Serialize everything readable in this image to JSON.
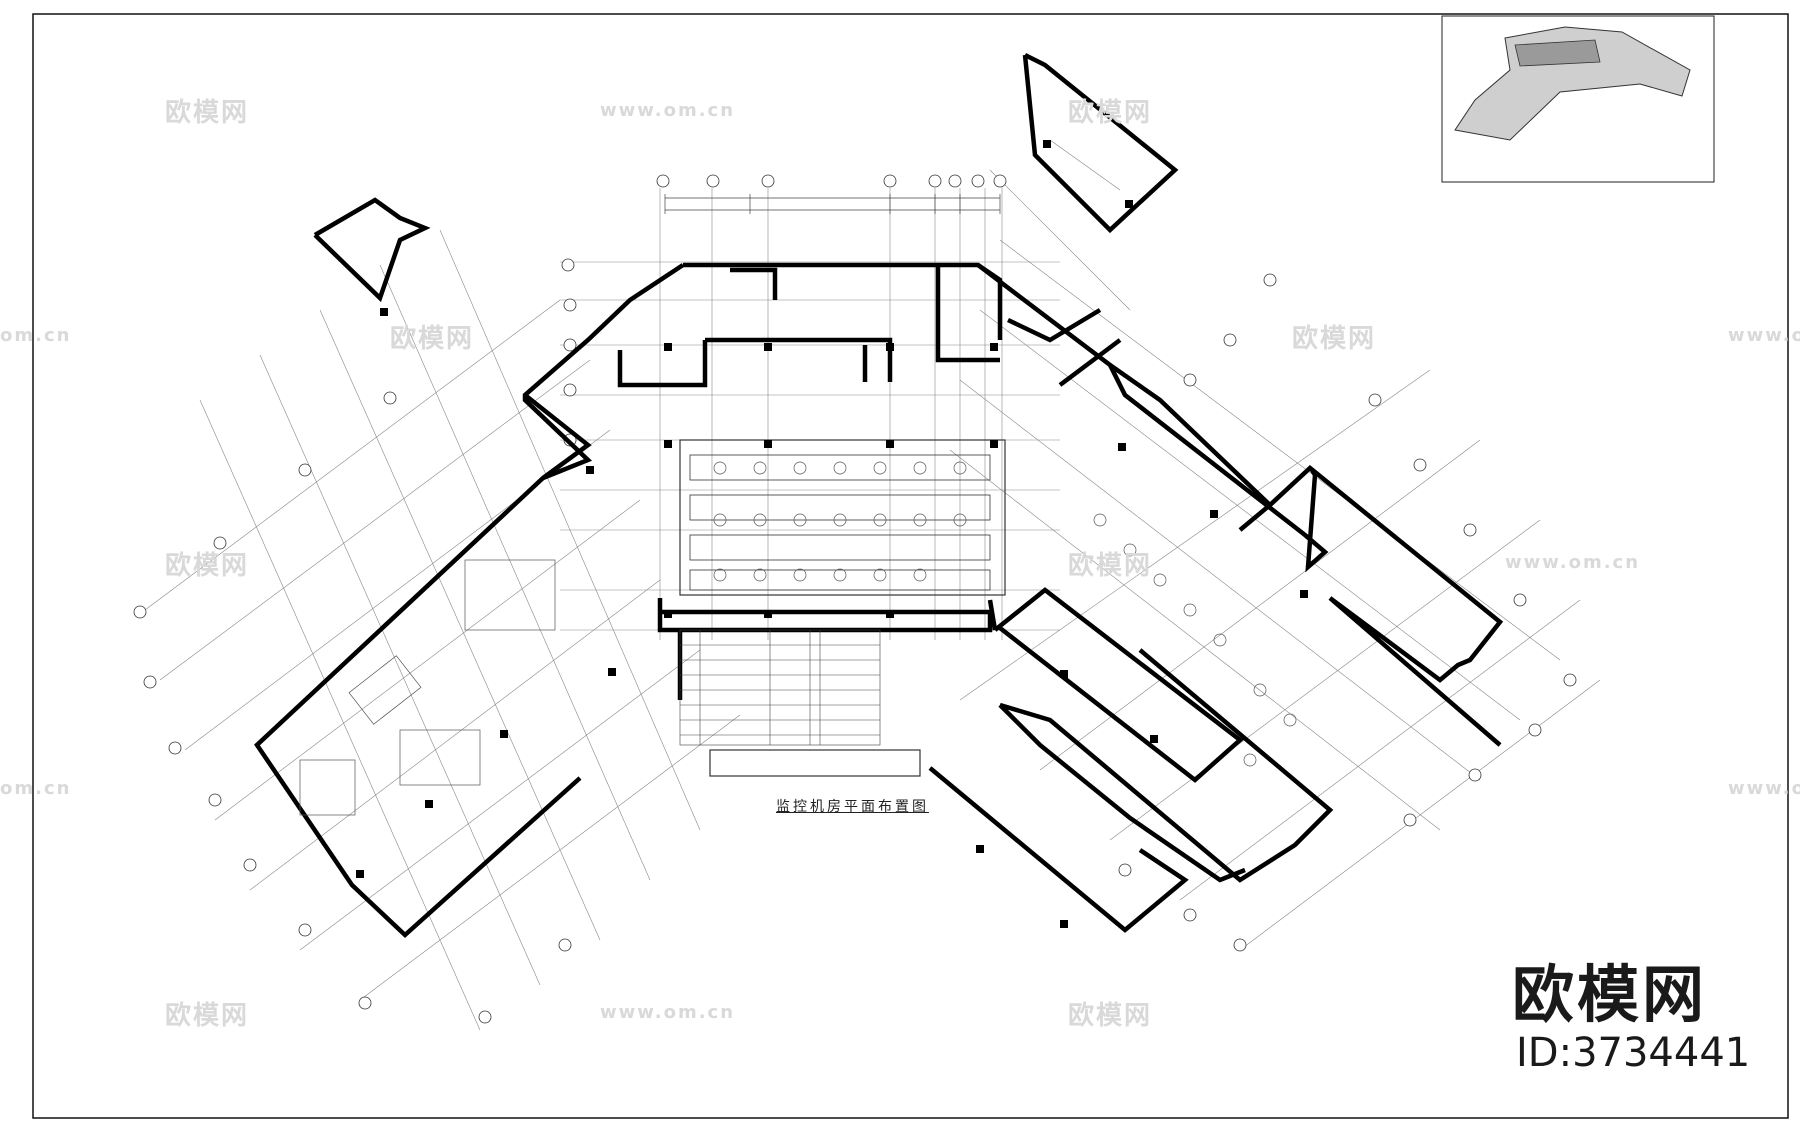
{
  "drawing": {
    "caption": "监控机房平面布置图"
  },
  "watermark": {
    "logo_text": "欧模网",
    "url_text": "www.om.cn",
    "edge_url_text": "om.cn"
  },
  "brand": {
    "name": "欧模网",
    "id_label": "ID:3734441"
  }
}
